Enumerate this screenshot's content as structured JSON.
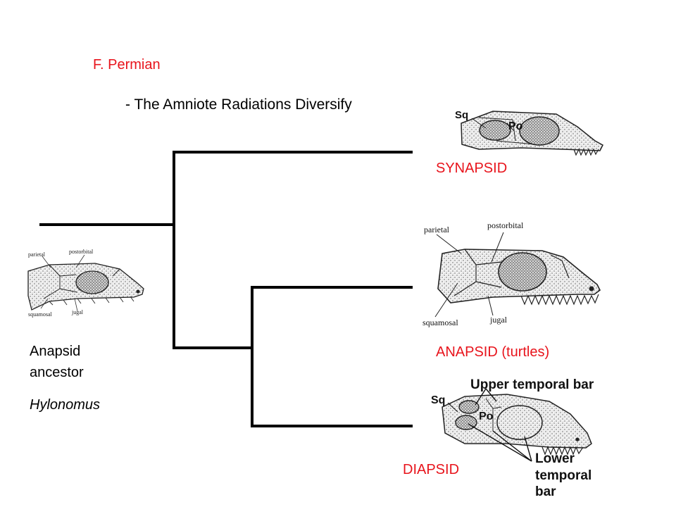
{
  "slide": {
    "title": "F. Permian",
    "subtitle": "- The Amniote Radiations Diversify"
  },
  "ancestor": {
    "label_line1": "Anapsid",
    "label_line2": "ancestor",
    "genus": "Hylonomus",
    "skull_labels": {
      "parietal": "parietal",
      "postorbital": "postorbital",
      "squamosal": "squamosal",
      "jugal": "jugal"
    }
  },
  "synapsid": {
    "label": "SYNAPSID",
    "skull_labels": {
      "sq": "Sq",
      "po": "Po"
    }
  },
  "anapsid": {
    "label": "ANAPSID (turtles)",
    "skull_labels": {
      "parietal": "parietal",
      "postorbital": "postorbital",
      "squamosal": "squamosal",
      "jugal": "jugal"
    }
  },
  "diapsid": {
    "label": "DIAPSID",
    "skull_labels": {
      "sq": "Sq",
      "po": "Po",
      "upper_bar": "Upper temporal bar",
      "lower_bar_line1": "Lower",
      "lower_bar_line2": "temporal",
      "lower_bar_line3": "bar"
    }
  },
  "colors": {
    "accent_red": "#e8141c",
    "tree_line": "#000000"
  }
}
